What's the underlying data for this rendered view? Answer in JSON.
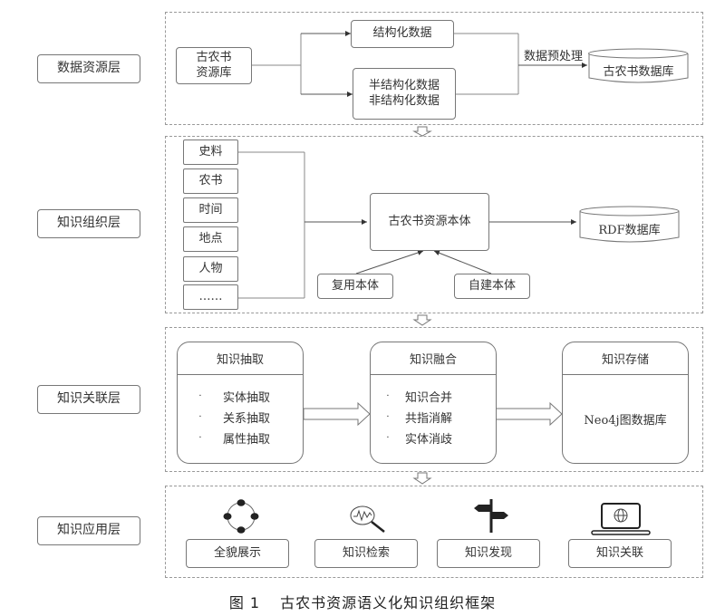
{
  "layers": [
    {
      "label": "数据资源层"
    },
    {
      "label": "知识组织层"
    },
    {
      "label": "知识关联层"
    },
    {
      "label": "知识应用层"
    }
  ],
  "data_resource": {
    "source": "古农书\n资源库",
    "source_line1": "古农书",
    "source_line2": "资源库",
    "structured": "结构化数据",
    "semi_line1": "半结构化数据",
    "semi_line2": "非结构化数据",
    "preprocess_label": "数据预处理",
    "database": "古农书数据库"
  },
  "knowledge_org": {
    "categories": [
      "史料",
      "农书",
      "时间",
      "地点",
      "人物",
      "……"
    ],
    "ontology": "古农书资源本体",
    "reuse": "复用本体",
    "self_built": "自建本体",
    "rdf_db": "RDF数据库"
  },
  "knowledge_link": {
    "extraction": {
      "title": "知识抽取",
      "items": [
        "实体抽取",
        "关系抽取",
        "属性抽取"
      ]
    },
    "fusion": {
      "title": "知识融合",
      "items": [
        "知识合并",
        "共指消解",
        "实体消歧"
      ]
    },
    "storage": {
      "title": "知识存储",
      "body": "Neo4j图数据库"
    },
    "bullet": "·"
  },
  "knowledge_app": {
    "items": [
      {
        "label": "全貌展示",
        "icon": "network-circle-icon"
      },
      {
        "label": "知识检索",
        "icon": "magnifier-icon"
      },
      {
        "label": "知识发现",
        "icon": "signpost-icon"
      },
      {
        "label": "知识关联",
        "icon": "laptop-globe-icon"
      }
    ]
  },
  "caption": {
    "figure": "图 1",
    "title": "古农书资源语义化知识组织框架"
  }
}
